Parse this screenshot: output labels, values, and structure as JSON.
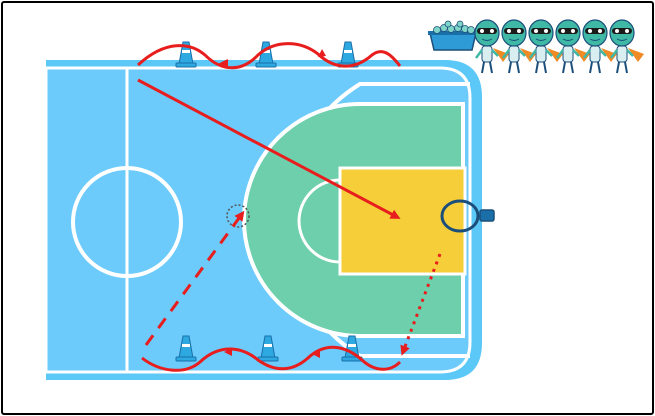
{
  "diagram": {
    "type": "basketball-drill",
    "colors": {
      "court_outer": "#5BC8F8",
      "court_inner": "#6CCBFB",
      "three_point_area": "#6DCFAC",
      "paint": "#F5CE3A",
      "lines": "#FFFFFF",
      "movement_path": "#E81D1D",
      "hoop": "#1B4E7A",
      "cone": "#2EA8E0",
      "players": "#3FB8A6",
      "player_cape": "#F08A24",
      "ball_basket": "#2E9BD6"
    },
    "elements": {
      "cones": {
        "count": 6,
        "icon": "cone-icon"
      },
      "players": {
        "count": 6,
        "icon": "alien-player-icon"
      },
      "ball_basket": {
        "icon": "ball-basket-icon"
      },
      "hoop": {
        "icon": "hoop-icon"
      },
      "paths": [
        {
          "name": "top-weave-dribble",
          "style": "solid-curve"
        },
        {
          "name": "diagonal-drive",
          "style": "solid-arrow"
        },
        {
          "name": "return-pass",
          "style": "dotted-arrow"
        },
        {
          "name": "bottom-weave-dribble",
          "style": "solid-curve"
        },
        {
          "name": "diagonal-pass",
          "style": "dashed-arrow"
        }
      ]
    }
  }
}
